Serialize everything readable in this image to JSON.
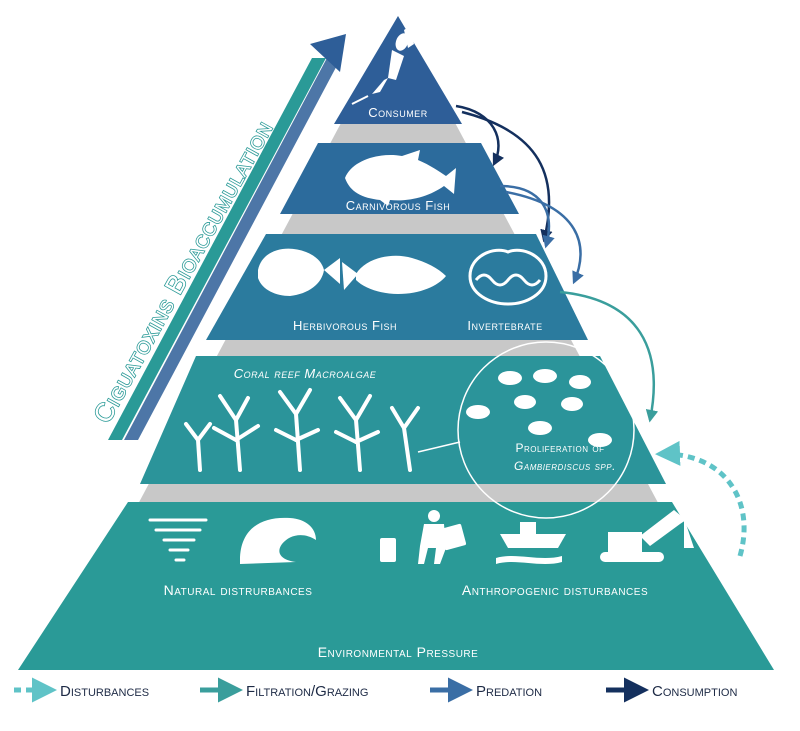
{
  "axis": {
    "label": "Ciguatoxins Bioaccumulation"
  },
  "levels": {
    "consumer": "Consumer",
    "carnivorous": "Carnivorous Fish",
    "herbivorous": "Herbivorous Fish",
    "invertebrate": "Invertebrate",
    "coral": "Coral reef  Macroalgae",
    "proliferation_1": "Proliferation of",
    "proliferation_2": "Gambierdiscus spp.",
    "natural": "Natural distrurbances",
    "anthropogenic": "Anthropogenic disturbances",
    "base": "Environmental Pressure"
  },
  "legend": {
    "disturbances": "Disturbances",
    "filtration": "Filtration/Grazing",
    "predation": "Predation",
    "consumption": "Consumption"
  },
  "colors": {
    "tier1": "#2e5e98",
    "tier2": "#2c6b9c",
    "tier3": "#2b7b9e",
    "tier4": "#2b949a",
    "tier5": "#2a9a97",
    "gap": "#c8c8c8",
    "disturbances": "#5fc3c7",
    "filtration": "#3a9e9c",
    "predation": "#3a6ea5",
    "consumption": "#14305e"
  },
  "icons": [
    "diver-icon",
    "grouper-fish-icon",
    "surgeonfish-icon",
    "parrotfish-icon",
    "giant-clam-icon",
    "coral-branch-icon",
    "gambierdiscus-cell-icon",
    "tornado-icon",
    "wave-icon",
    "worker-carrying-bag-icon",
    "ship-icon",
    "excavator-icon"
  ]
}
